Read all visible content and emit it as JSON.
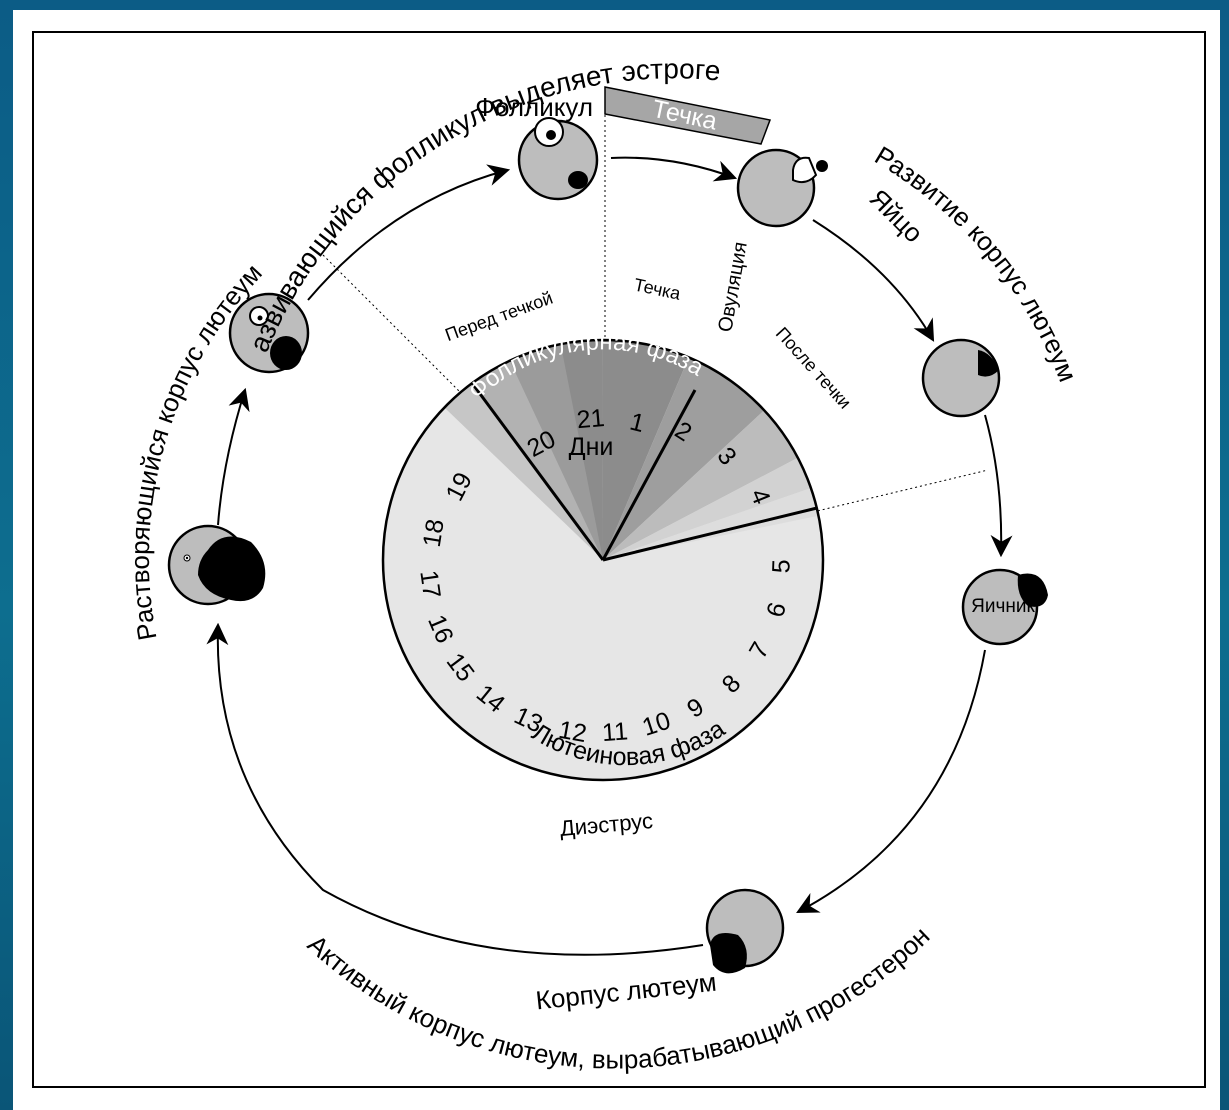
{
  "title_top": "Развивающийся фолликул выделяет эстроген",
  "label_left": "Растворяющийся корпус лютеум",
  "label_right": "Развитие корпус лютеум",
  "label_bottom": "Активный корпус лютеум, вырабатывающий прогестерон",
  "follicle": "Фолликул",
  "estrus_band": "Течка",
  "egg": "Яйцо",
  "ovary": "Яичник",
  "corpus_luteum": "Корпус лютеум",
  "diestrus": "Диэструс",
  "proestrus": "Перед течкой",
  "estrus": "Течка",
  "ovulation": "Овуляция",
  "metestrus": "После течки",
  "follicular_phase": "Фолликулярная фаза",
  "luteal_phase": "Лютеиновая фаза",
  "days_label": "Дни",
  "days": [
    "1",
    "2",
    "3",
    "4",
    "5",
    "6",
    "7",
    "8",
    "9",
    "10",
    "11",
    "12",
    "13",
    "14",
    "15",
    "16",
    "17",
    "18",
    "19",
    "20",
    "21"
  ],
  "colors": {
    "luteal": "#e6e6e6",
    "follicular_dark": "#8c8c8c",
    "follicular_mid": "#a9a9a9",
    "follicular_light": "#c6c6c6",
    "ovary_fill": "#bdbdbd",
    "band": "#a6a6a6"
  }
}
